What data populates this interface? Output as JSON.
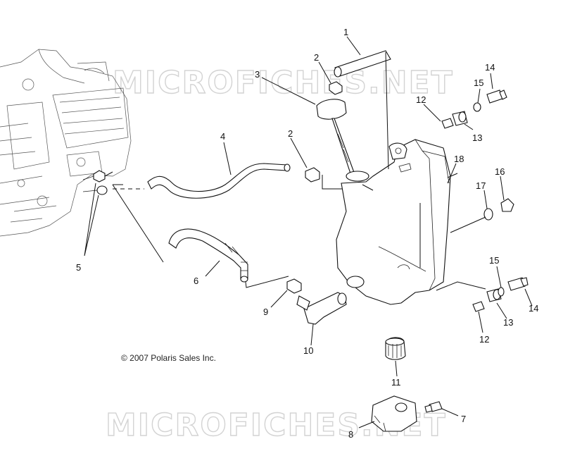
{
  "watermark": "MICROFICHES.NET",
  "copyright": "© 2007 Polaris Sales Inc.",
  "callouts": [
    {
      "id": "c1",
      "label": "1"
    },
    {
      "id": "c2a",
      "label": "2"
    },
    {
      "id": "c2b",
      "label": "2"
    },
    {
      "id": "c3",
      "label": "3"
    },
    {
      "id": "c4",
      "label": "4"
    },
    {
      "id": "c5",
      "label": "5"
    },
    {
      "id": "c6",
      "label": "6"
    },
    {
      "id": "c7",
      "label": "7"
    },
    {
      "id": "c8",
      "label": "8"
    },
    {
      "id": "c9",
      "label": "9"
    },
    {
      "id": "c10",
      "label": "10"
    },
    {
      "id": "c11",
      "label": "11"
    },
    {
      "id": "c12a",
      "label": "12"
    },
    {
      "id": "c12b",
      "label": "12"
    },
    {
      "id": "c13a",
      "label": "13"
    },
    {
      "id": "c13b",
      "label": "13"
    },
    {
      "id": "c14a",
      "label": "14"
    },
    {
      "id": "c14b",
      "label": "14"
    },
    {
      "id": "c15a",
      "label": "15"
    },
    {
      "id": "c15b",
      "label": "15"
    },
    {
      "id": "c16",
      "label": "16"
    },
    {
      "id": "c17",
      "label": "17"
    },
    {
      "id": "c18",
      "label": "18"
    }
  ]
}
